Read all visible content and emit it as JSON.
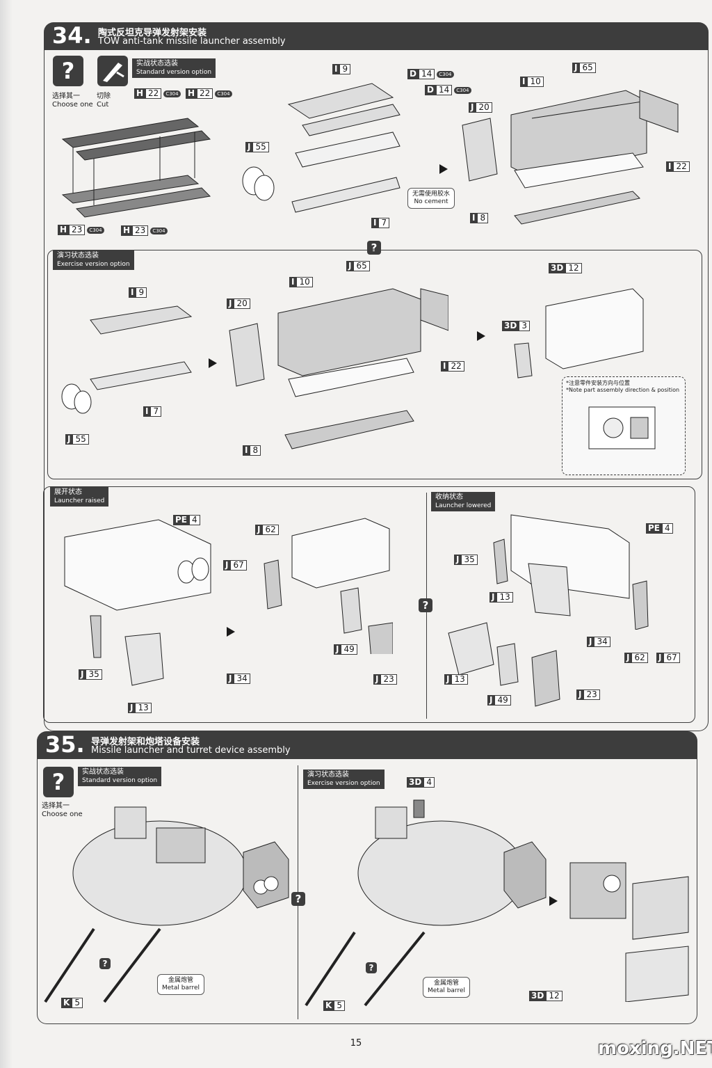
{
  "step34": {
    "number": "34.",
    "title_cn": "陶式反坦克导弹发射架安装",
    "title_en": "TOW anti-tank missile launcher assembly",
    "choose_one_cn": "选择其一",
    "choose_one_en": "Choose one",
    "cut_cn": "切除",
    "cut_en": "Cut",
    "standard_cn": "实战状态选装",
    "standard_en": "Standard version option",
    "exercise_cn": "演习状态选装",
    "exercise_en": "Exercise version option",
    "no_cement_cn": "无需使用胶水",
    "no_cement_en": "No cement",
    "note_cn": "*注意零件安装方向与位置",
    "note_en": "*Note part assembly direction & position",
    "raised_cn": "展开状态",
    "raised_en": "Launcher raised",
    "lowered_cn": "收纳状态",
    "lowered_en": "Launcher lowered",
    "parts": {
      "h22a": {
        "code": "H",
        "num": "22",
        "c": "C304"
      },
      "h22b": {
        "code": "H",
        "num": "22",
        "c": "C304"
      },
      "h23a": {
        "code": "H",
        "num": "23",
        "c": "C304"
      },
      "h23b": {
        "code": "H",
        "num": "23",
        "c": "C304"
      },
      "i9": {
        "code": "I",
        "num": "9"
      },
      "d14a": {
        "code": "D",
        "num": "14",
        "c": "C304"
      },
      "d14b": {
        "code": "D",
        "num": "14",
        "c": "C304"
      },
      "j55": {
        "code": "J",
        "num": "55"
      },
      "i7": {
        "code": "I",
        "num": "7"
      },
      "j20": {
        "code": "J",
        "num": "20"
      },
      "i10": {
        "code": "I",
        "num": "10"
      },
      "j65": {
        "code": "J",
        "num": "65"
      },
      "i22": {
        "code": "I",
        "num": "22"
      },
      "i8": {
        "code": "I",
        "num": "8"
      },
      "e_i9": {
        "code": "I",
        "num": "9"
      },
      "e_j55": {
        "code": "J",
        "num": "55"
      },
      "e_i7": {
        "code": "I",
        "num": "7"
      },
      "e_j20": {
        "code": "J",
        "num": "20"
      },
      "e_i10": {
        "code": "I",
        "num": "10"
      },
      "e_j65": {
        "code": "J",
        "num": "65"
      },
      "e_i22": {
        "code": "I",
        "num": "22"
      },
      "e_i8": {
        "code": "I",
        "num": "8"
      },
      "e_3d12": {
        "code": "3D",
        "num": "12"
      },
      "e_3d3": {
        "code": "3D",
        "num": "3"
      },
      "r_pe4": {
        "code": "PE",
        "num": "4"
      },
      "r_j62": {
        "code": "J",
        "num": "62"
      },
      "r_j67": {
        "code": "J",
        "num": "67"
      },
      "r_j35": {
        "code": "J",
        "num": "35"
      },
      "r_j34": {
        "code": "J",
        "num": "34"
      },
      "r_j13": {
        "code": "J",
        "num": "13"
      },
      "r_j49": {
        "code": "J",
        "num": "49"
      },
      "r_j23": {
        "code": "J",
        "num": "23"
      },
      "l_pe4": {
        "code": "PE",
        "num": "4"
      },
      "l_j35": {
        "code": "J",
        "num": "35"
      },
      "l_j13a": {
        "code": "J",
        "num": "13"
      },
      "l_j34": {
        "code": "J",
        "num": "34"
      },
      "l_j62": {
        "code": "J",
        "num": "62"
      },
      "l_j67": {
        "code": "J",
        "num": "67"
      },
      "l_j13b": {
        "code": "J",
        "num": "13"
      },
      "l_j49": {
        "code": "J",
        "num": "49"
      },
      "l_j23": {
        "code": "J",
        "num": "23"
      }
    }
  },
  "step35": {
    "number": "35.",
    "title_cn": "导弹发射架和炮塔设备安装",
    "title_en": "Missile launcher and turret device assembly",
    "choose_one_cn": "选择其一",
    "choose_one_en": "Choose one",
    "standard_cn": "实战状态选装",
    "standard_en": "Standard version option",
    "exercise_cn": "演习状态选装",
    "exercise_en": "Exercise version option",
    "barrel_cn": "金属炮管",
    "barrel_en": "Metal barrel",
    "parts": {
      "k5a": {
        "code": "K",
        "num": "5"
      },
      "k5b": {
        "code": "K",
        "num": "5"
      },
      "d3d4": {
        "code": "3D",
        "num": "4"
      },
      "d3d12": {
        "code": "3D",
        "num": "12"
      }
    }
  },
  "page_number": "15",
  "watermark": "moxing.NET"
}
